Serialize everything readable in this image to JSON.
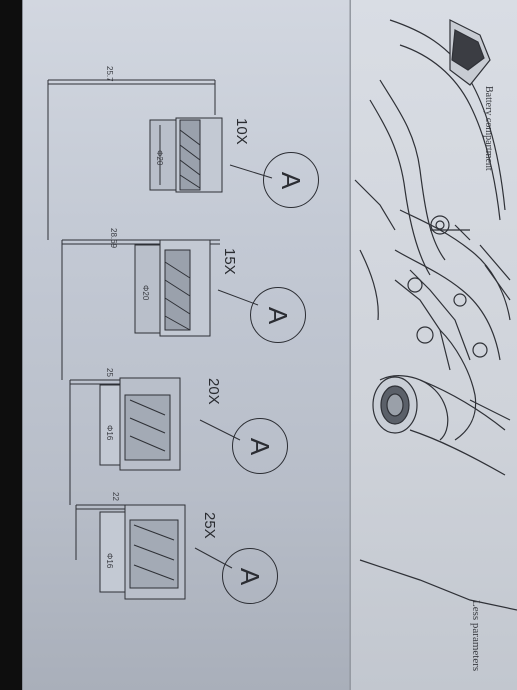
{
  "manual": {
    "battery_label": "Battery compartment",
    "less_parameters": "Less parameters"
  },
  "magnifiers": [
    {
      "magnification": "10X",
      "callout": "A",
      "length": "25.7",
      "diameter": "Φ20"
    },
    {
      "magnification": "15X",
      "callout": "A",
      "length": "28.69",
      "diameter": "Φ20"
    },
    {
      "magnification": "20X",
      "callout": "A",
      "length": "25",
      "diameter": "Φ16"
    },
    {
      "magnification": "25X",
      "callout": "A",
      "length": "22",
      "diameter": "Φ16"
    }
  ]
}
